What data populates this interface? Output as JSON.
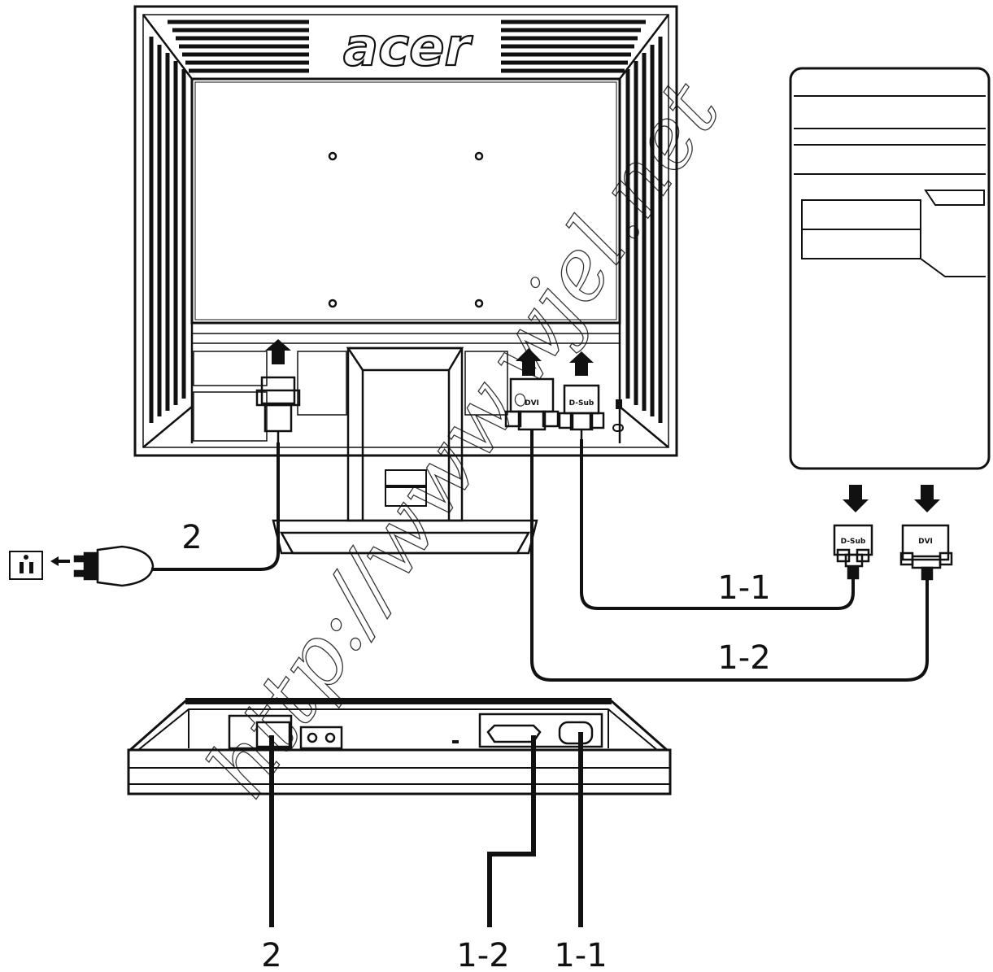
{
  "brand_logo": "acer",
  "watermark": "http://www.wjel.net",
  "port_labels": {
    "monitor_dvi": "DVI",
    "monitor_dsub": "D-Sub",
    "pc_dsub": "D-Sub",
    "pc_dvi": "DVI"
  },
  "cable_labels": {
    "power_top": "2",
    "dsub_cable": "1-1",
    "dvi_cable": "1-2",
    "bottom_power": "2",
    "bottom_dvi": "1-2",
    "bottom_dsub": "1-1"
  },
  "colors": {
    "line": "#111111",
    "background": "#ffffff"
  }
}
